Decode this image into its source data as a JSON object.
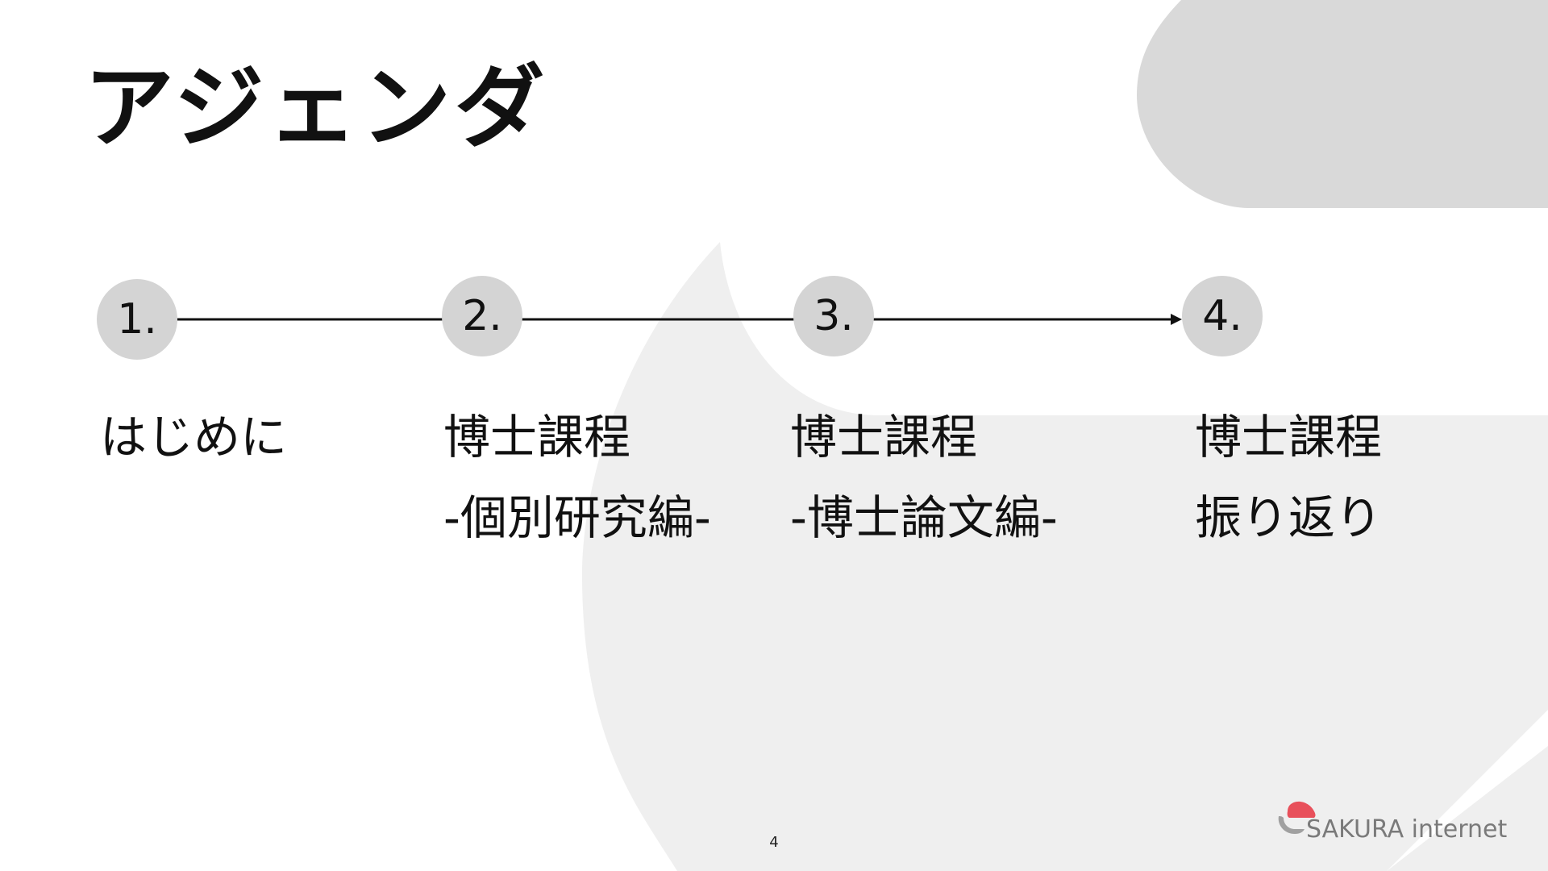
{
  "slide": {
    "title": "アジェンダ",
    "page_number": "4"
  },
  "agenda": {
    "steps": [
      {
        "number": "1.",
        "lines": [
          "はじめに"
        ]
      },
      {
        "number": "2.",
        "lines": [
          "博士課程",
          "-個別研究編-"
        ]
      },
      {
        "number": "3.",
        "lines": [
          "博士課程",
          "-博士論文編-"
        ]
      },
      {
        "number": "4.",
        "lines": [
          "博士課程",
          "振り返り"
        ]
      }
    ]
  },
  "logo": {
    "text": "SAKURA internet",
    "mark_icon": "sakura-logo-icon",
    "mark_color": "#e8505b",
    "mark_gray": "#a0a0a0"
  },
  "colors": {
    "circle": "#d4d4d4",
    "shape_dark": "#d9d9d9",
    "shape_light": "#efefef"
  }
}
